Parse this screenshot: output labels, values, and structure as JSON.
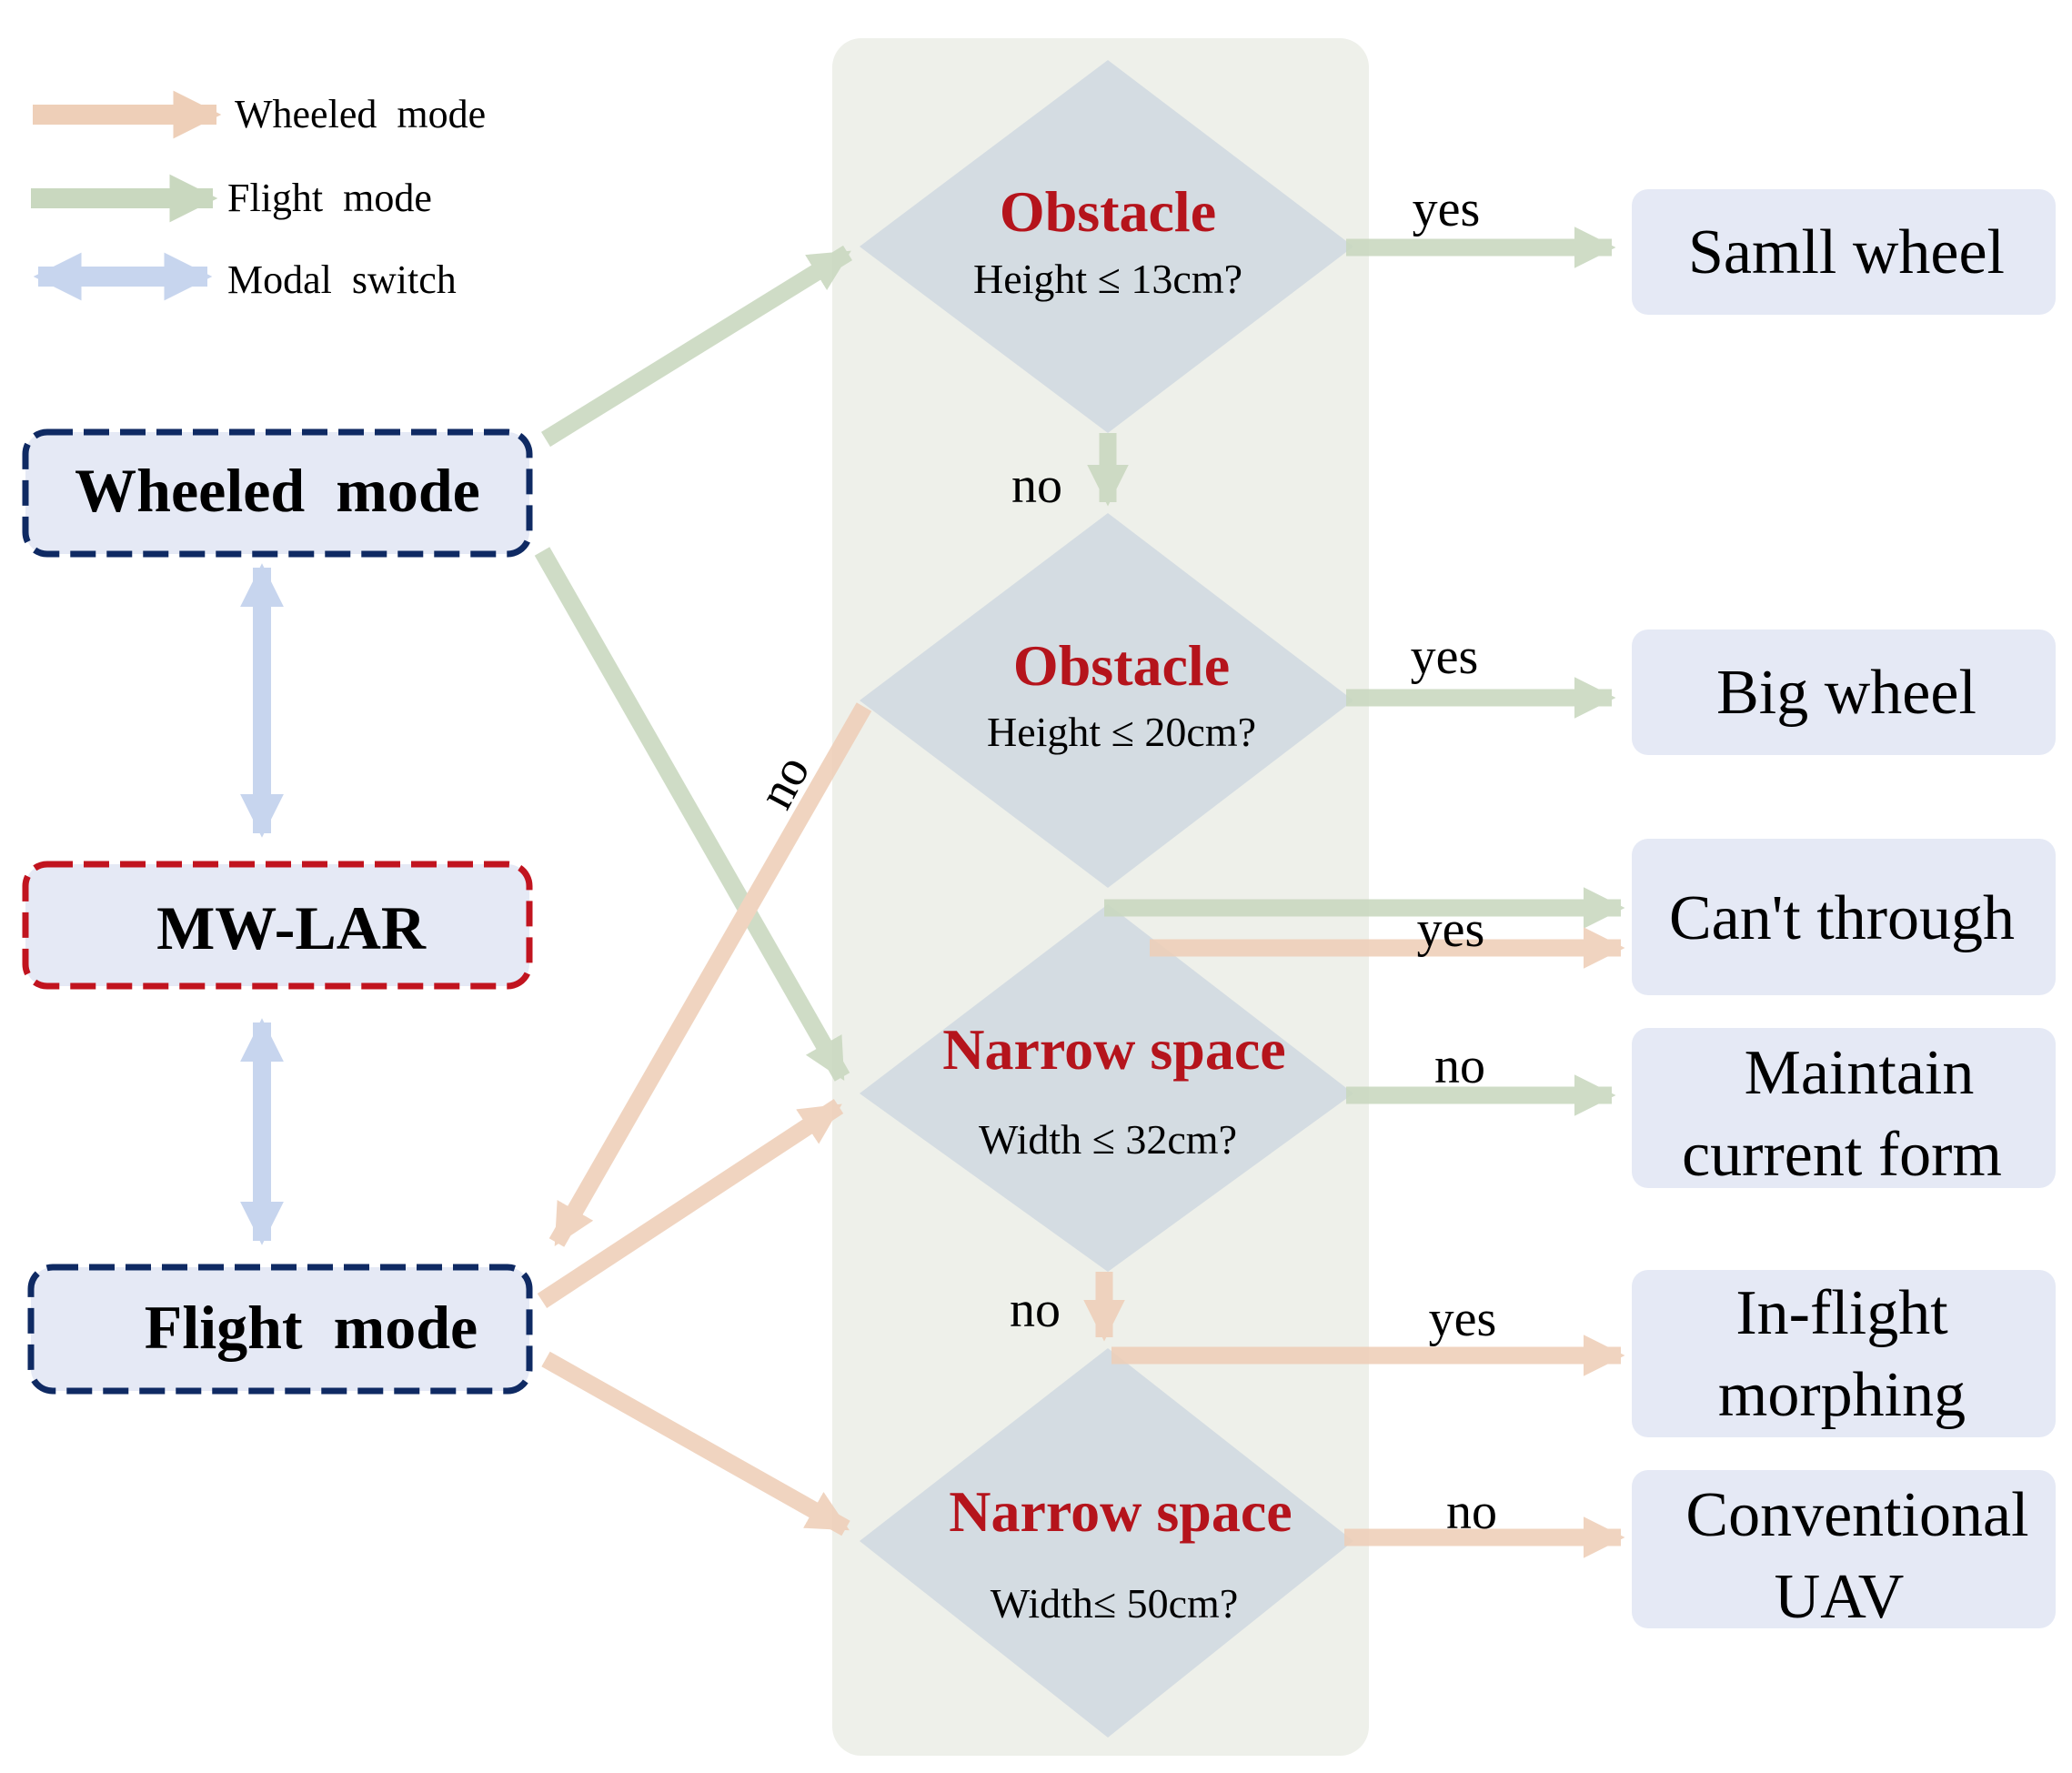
{
  "legend": {
    "wheeled_label": "Wheeled  mode",
    "flight_label": "Flight  mode",
    "switch_label": "Modal  switch"
  },
  "modes": {
    "wheeled": "Wheeled  mode",
    "center": "MW-LAR",
    "flight": "Flight  mode"
  },
  "decisions": {
    "d1": {
      "title": "Obstacle",
      "question": "Height ≤ 13cm?"
    },
    "d2": {
      "title": "Obstacle",
      "question": "Height ≤ 20cm?"
    },
    "d3": {
      "title": "Narrow space",
      "question": "Width ≤ 32cm?"
    },
    "d4": {
      "title": "Narrow space",
      "question": "Width≤ 50cm?"
    }
  },
  "outcomes": {
    "small_wheel": "Samll wheel",
    "big_wheel": "Big wheel",
    "cant_through": "Can't through",
    "maintain_1": "Maintain",
    "maintain_2": "current form",
    "inflight_1": "In-flight",
    "inflight_2": "morphing",
    "conventional_1": "Conventional",
    "conventional_2": "UAV"
  },
  "edge_labels": {
    "yes_1": "yes",
    "no_1": "no",
    "yes_2": "yes",
    "no_2": "no",
    "yes_3": "yes",
    "no_3": "no",
    "no_4": "no",
    "yes_4": "yes",
    "no_5": "no"
  },
  "colors": {
    "wheeled_arrow": "#eecfb8",
    "flight_arrow": "#c9d8bf",
    "switch_arrow": "#c7d5ee",
    "panel_bg": "#eef0ea",
    "diamond_fill": "#d4dce2",
    "outcome_fill": "#e5e9f5",
    "mode_fill": "#e5e9f5",
    "mode_border_blue": "#0f2a63",
    "mode_border_red": "#c1141f",
    "decision_title": "#b5141c",
    "text": "#000000"
  }
}
